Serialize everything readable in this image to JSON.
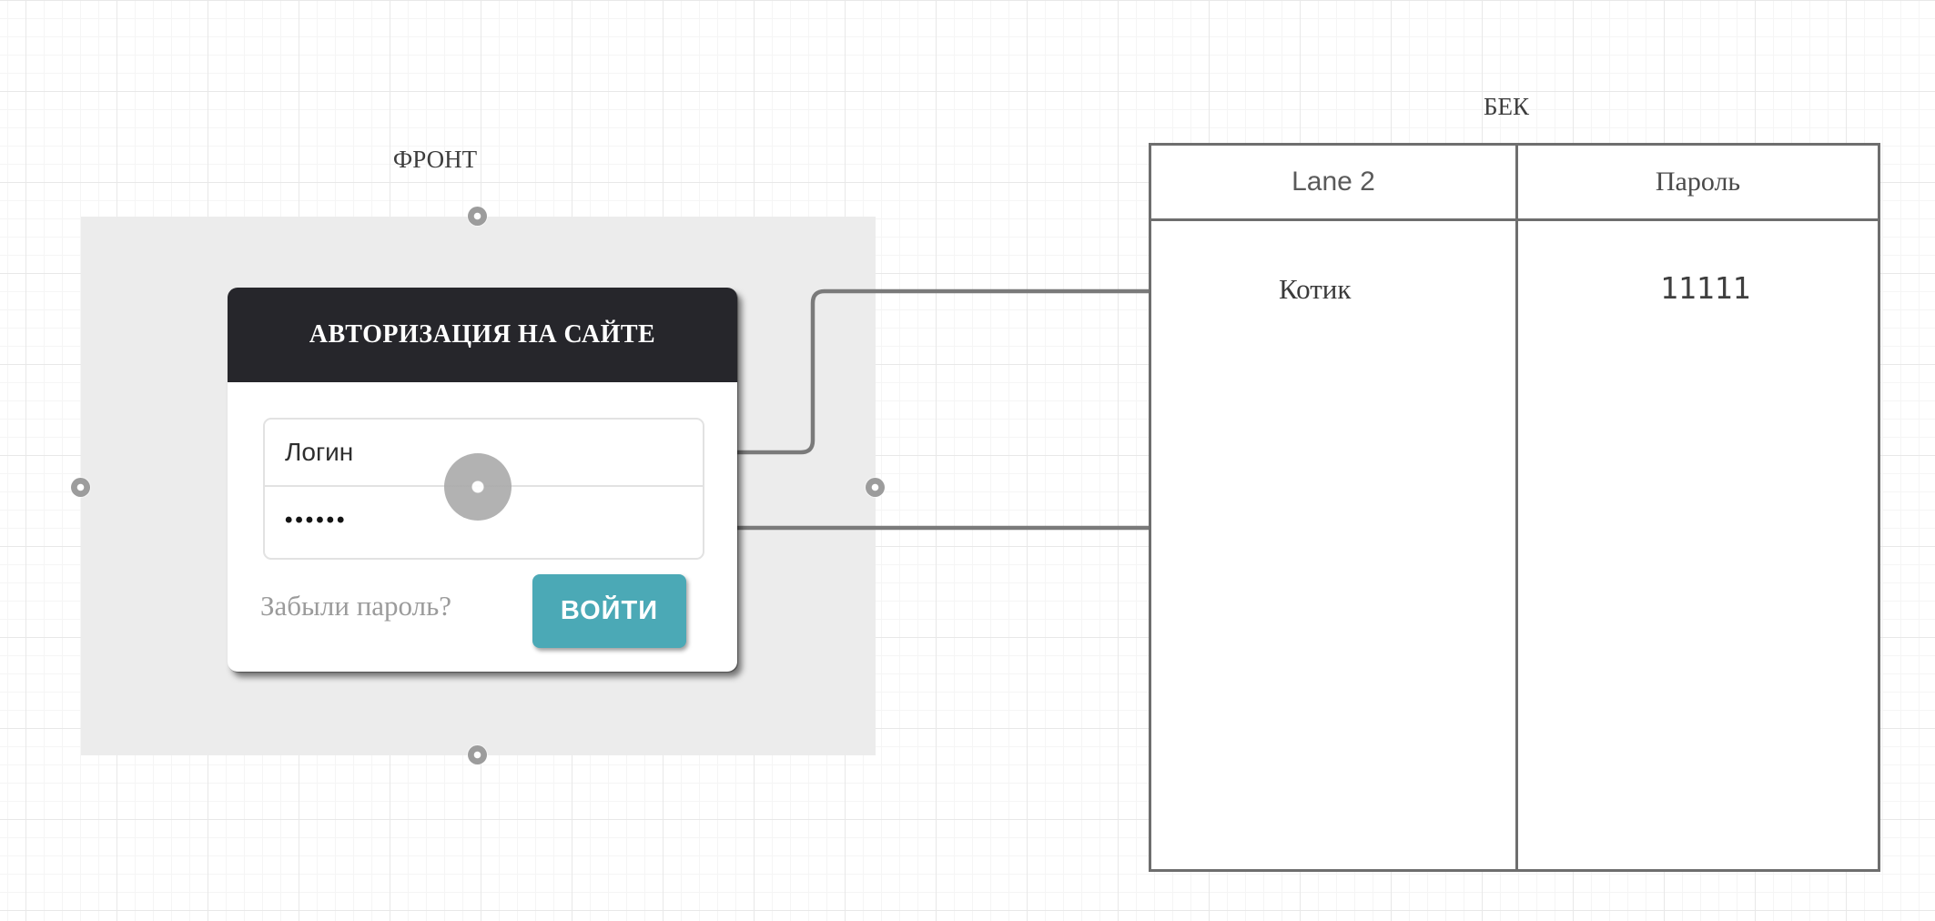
{
  "canvas": {
    "front_label": "ФРОНТ",
    "back_label": "БЕК"
  },
  "login_form": {
    "title": "АВТОРИЗАЦИЯ НА САЙТЕ",
    "login_value": "Логин",
    "password_mask": "••••••",
    "forgot_password": "Забыли пароль?",
    "submit_label": "ВОЙТИ"
  },
  "backend_table": {
    "columns": [
      "Lane 2",
      "Пароль"
    ],
    "rows": [
      [
        "Котик",
        "11111"
      ]
    ]
  },
  "edges": [
    {
      "from": "login-input",
      "to": "backend-login-value"
    },
    {
      "from": "password-input",
      "to": "backend-password-value"
    }
  ],
  "colors": {
    "panel_gray": "#ececec",
    "header_dark": "#26262b",
    "button_teal": "#4ba9b6",
    "edge_gray": "#7a7a7a",
    "table_border_gray": "#6e6e6e"
  }
}
